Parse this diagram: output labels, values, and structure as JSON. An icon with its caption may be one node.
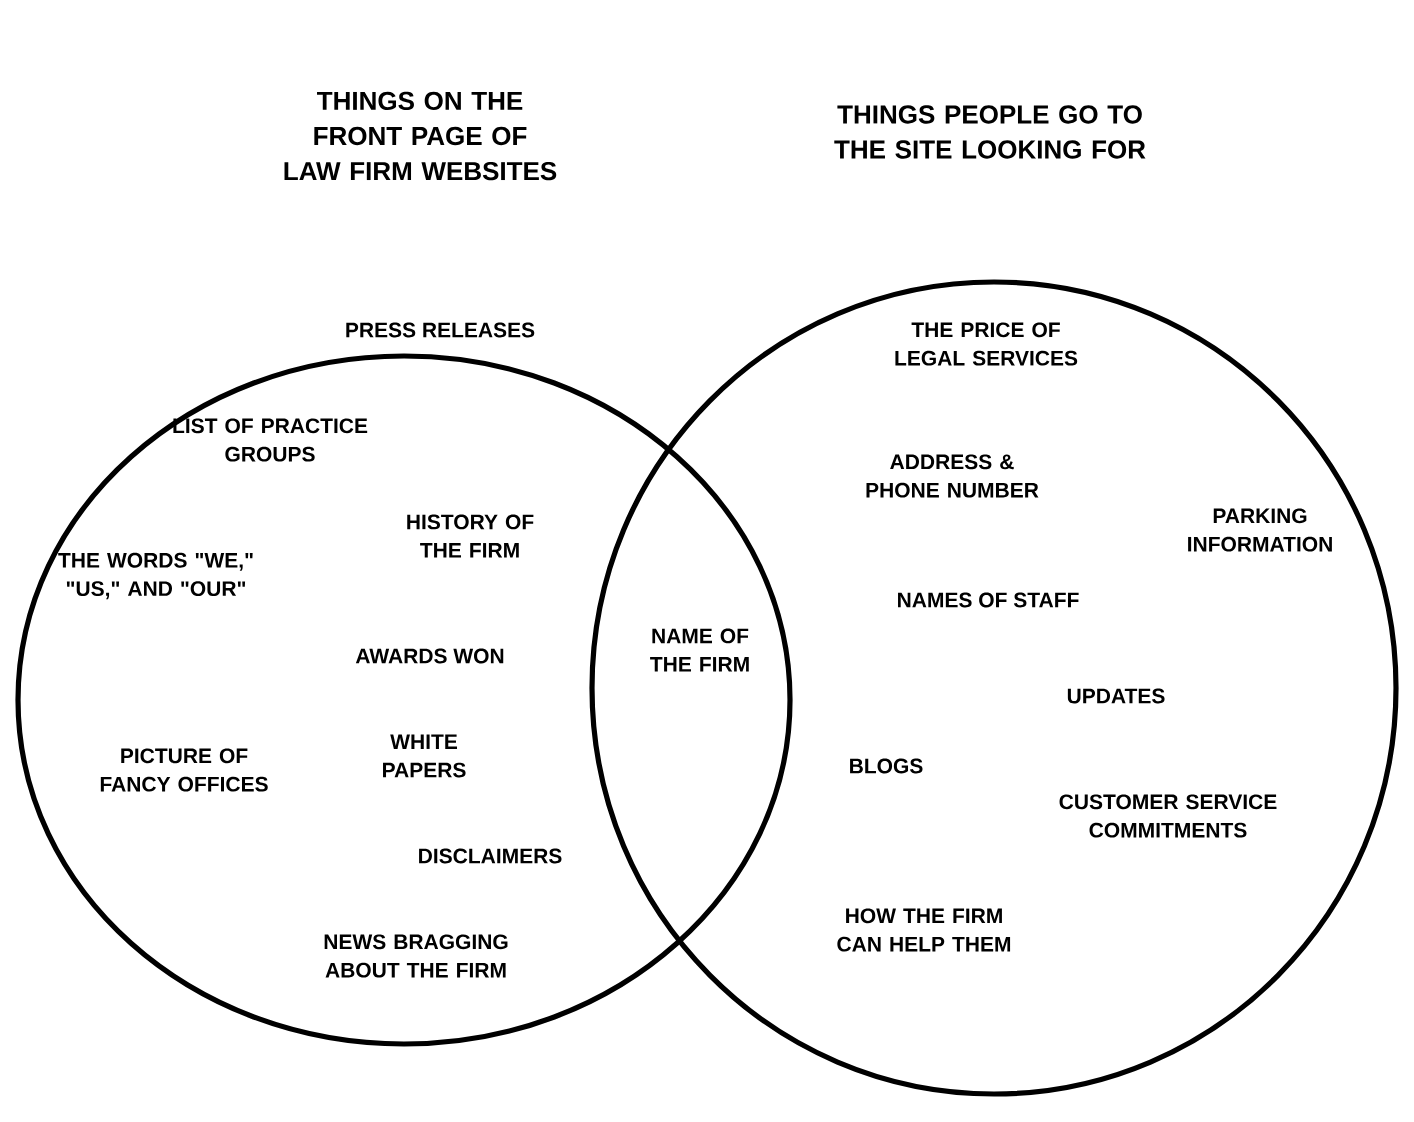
{
  "diagram": {
    "nodes": [
      {
        "text": [],
        "shape": "circle"
      },
      {
        "text": [],
        "shape": "circle"
      }
    ],
    "edges": [],
    "labels": [
      "THINGS ON THE FRONT PAGE OF LAW FIRM WEBSITES",
      "THINGS PEOPLE GO TO THE SITE LOOKING FOR",
      "PRESS RELEASES",
      "LIST OF PRACTICE GROUPS",
      "HISTORY OF THE FIRM",
      "THE WORDS \"WE,\" \"US,\" AND \"OUR\"",
      "AWARDS WON",
      "NAME OF THE FIRM",
      "PICTURE OF FANCY OFFICES",
      "WHITE PAPERS",
      "DISCLAIMERS",
      "NEWS BRAGGING ABOUT THE FIRM",
      "THE PRICE OF LEGAL SERVICES",
      "ADDRESS & PHONE NUMBER",
      "PARKING INFORMATION",
      "NAMES OF STAFF",
      "UPDATES",
      "BLOGS",
      "CUSTOMER SERVICE COMMITMENTS",
      "HOW THE FIRM CAN HELP THEM"
    ]
  }
}
